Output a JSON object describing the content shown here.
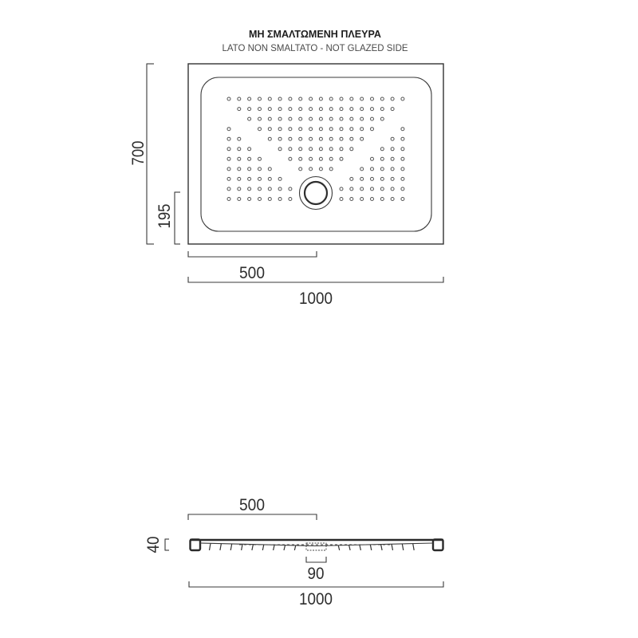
{
  "labels": {
    "unglazed_side_greek": "ΜΗ ΣΜΑΛΤΩΜΕΝΗ ΠΛΕΥΡΑ",
    "unglazed_side_it_en": "LATO NON SMALTATO - NOT GLAZED SIDE"
  },
  "top_view": {
    "dimensions": {
      "depth": "700",
      "drain_offset_depth": "195",
      "drain_offset_width": "500",
      "width": "1000"
    }
  },
  "side_view": {
    "dimensions": {
      "drain_offset_width": "500",
      "height": "40",
      "drain_diameter": "90",
      "width": "1000"
    }
  },
  "colors": {
    "line": "#3a3a3a",
    "background": "#ffffff"
  }
}
